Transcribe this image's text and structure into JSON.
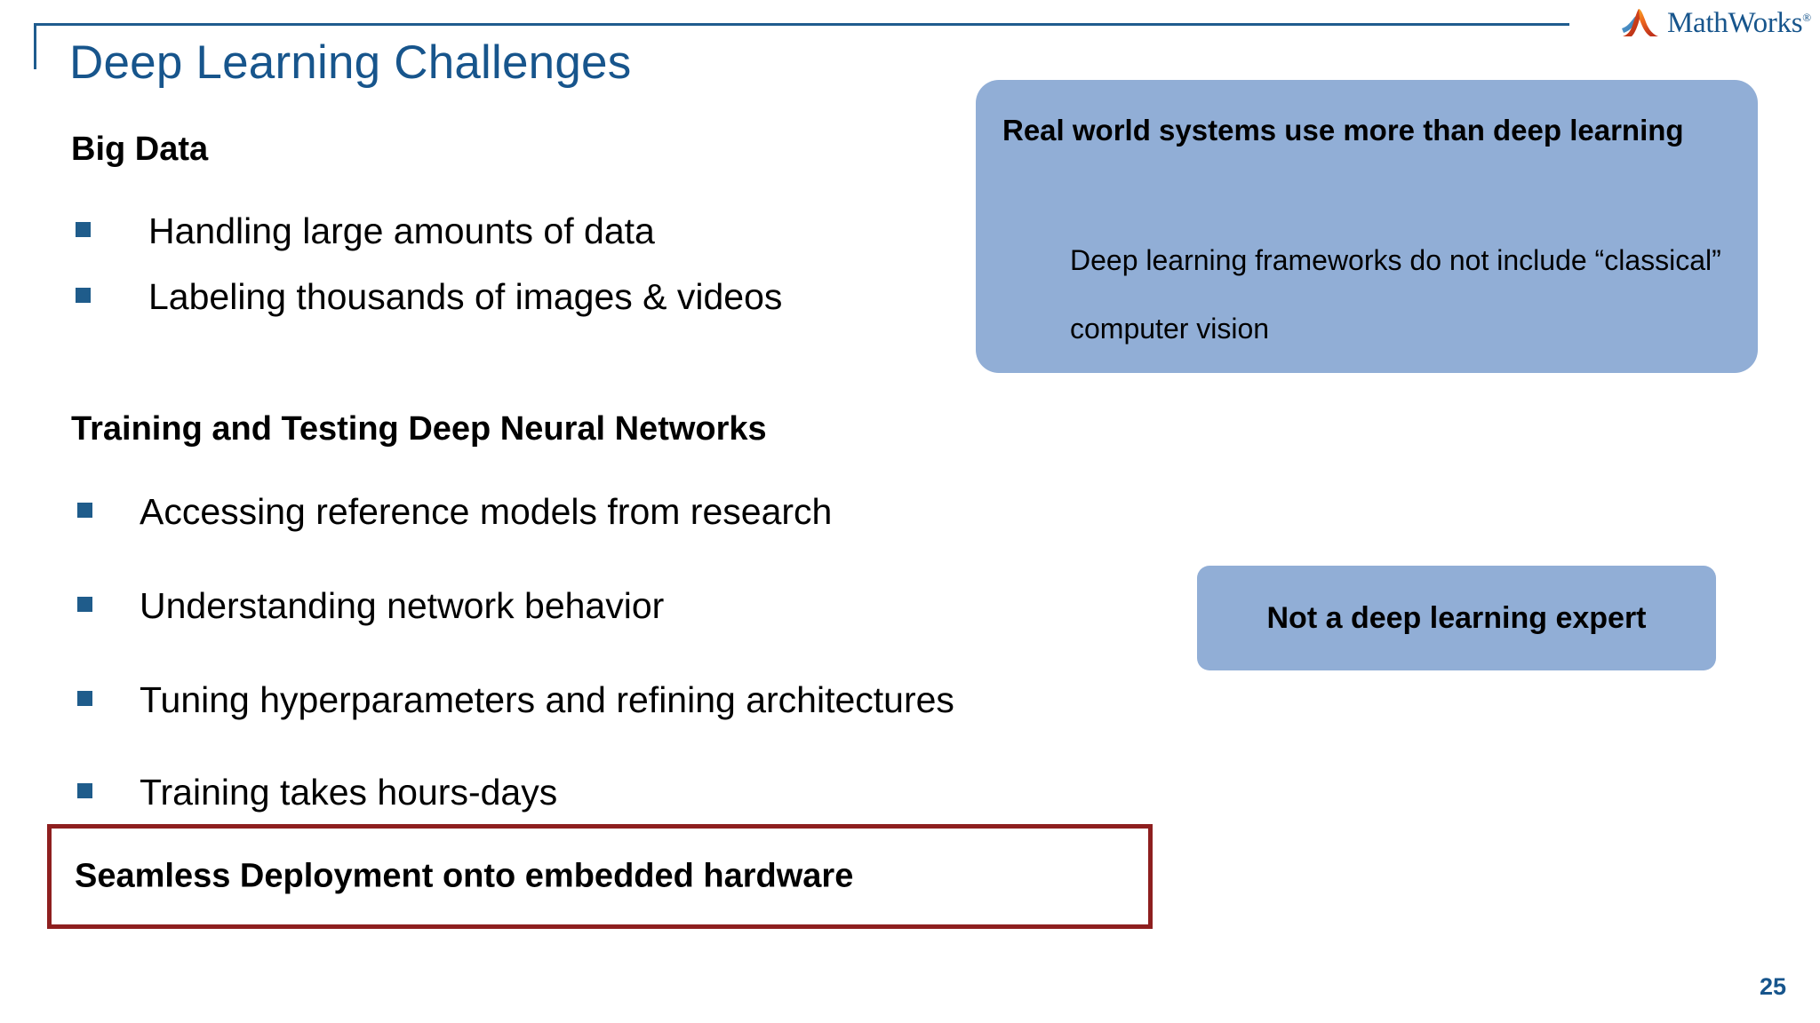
{
  "slide": {
    "title": "Deep Learning Challenges",
    "page_number": "25",
    "accent_blue": "#17558C",
    "bullet_blue": "#1F5C8B",
    "callout_blue": "#91AED6",
    "deploy_border_red": "#8E1F1F"
  },
  "brand": {
    "name": "MathWorks",
    "trademark": "®",
    "logo_icon": "mathworks-membrane-icon"
  },
  "sections": [
    {
      "heading": "Big Data",
      "bullets": [
        "Handling large amounts of data",
        "Labeling thousands of images & videos"
      ]
    },
    {
      "heading": "Training and Testing Deep Neural Networks",
      "bullets": [
        "Accessing reference models from research",
        "Understanding network behavior",
        "Tuning hyperparameters and refining architectures",
        "Training takes hours-days"
      ]
    }
  ],
  "callouts": {
    "real_world": {
      "title": "Real world systems use more than deep learning",
      "body": "Deep learning frameworks do not include “classical” computer vision"
    },
    "expert": {
      "label": "Not a deep learning expert"
    }
  },
  "deployment": {
    "label": "Seamless Deployment onto embedded hardware"
  }
}
